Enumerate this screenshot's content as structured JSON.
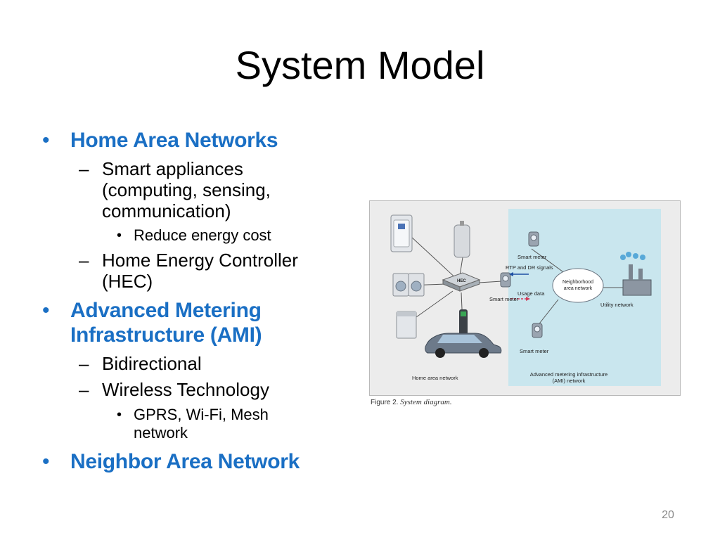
{
  "slide": {
    "title": "System Model",
    "page_number": "20"
  },
  "bullets": [
    {
      "text": "Home Area Networks",
      "children": [
        {
          "text": "Smart appliances (computing, sensing, communication)",
          "lines": [
            "Smart appliances",
            "(computing, sensing,",
            "communication)"
          ],
          "children": [
            {
              "text": "Reduce energy cost"
            }
          ]
        },
        {
          "text": "Home Energy Controller (HEC)",
          "lines": [
            "Home Energy Controller",
            "(HEC)"
          ]
        }
      ]
    },
    {
      "text": "Advanced Metering Infrastructure (AMI)",
      "lines": [
        "Advanced Metering",
        "Infrastructure (AMI)"
      ],
      "children": [
        {
          "text": "Bidirectional"
        },
        {
          "text": "Wireless Technology",
          "children": [
            {
              "text": "GPRS, Wi-Fi, Mesh network",
              "lines": [
                "GPRS, Wi-Fi, Mesh",
                "network"
              ]
            }
          ]
        }
      ]
    },
    {
      "text": "Neighbor Area Network"
    }
  ],
  "figure": {
    "caption_label": "Figure 2.",
    "caption_text": "System diagram.",
    "labels": {
      "hec": "HEC",
      "smart_meter_top": "Smart meter",
      "rtp_dr": "RTP and DR signals",
      "nan_line1": "Neighborhood",
      "nan_line2": "area network",
      "usage_data": "Usage data",
      "smart_meter_home": "Smart meter",
      "utility_network": "Utility network",
      "smart_meter_bottom": "Smart meter",
      "home_area_network": "Home area network",
      "ami_line1": "Advanced metering infrastructure",
      "ami_line2": "(AMI) network"
    },
    "colors": {
      "ami_panel": "#c9e6ee",
      "background": "#ececec",
      "arrow_blue": "#1d4fa3",
      "arrow_red": "#d23a5a",
      "accent_green": "#3aa655"
    }
  }
}
